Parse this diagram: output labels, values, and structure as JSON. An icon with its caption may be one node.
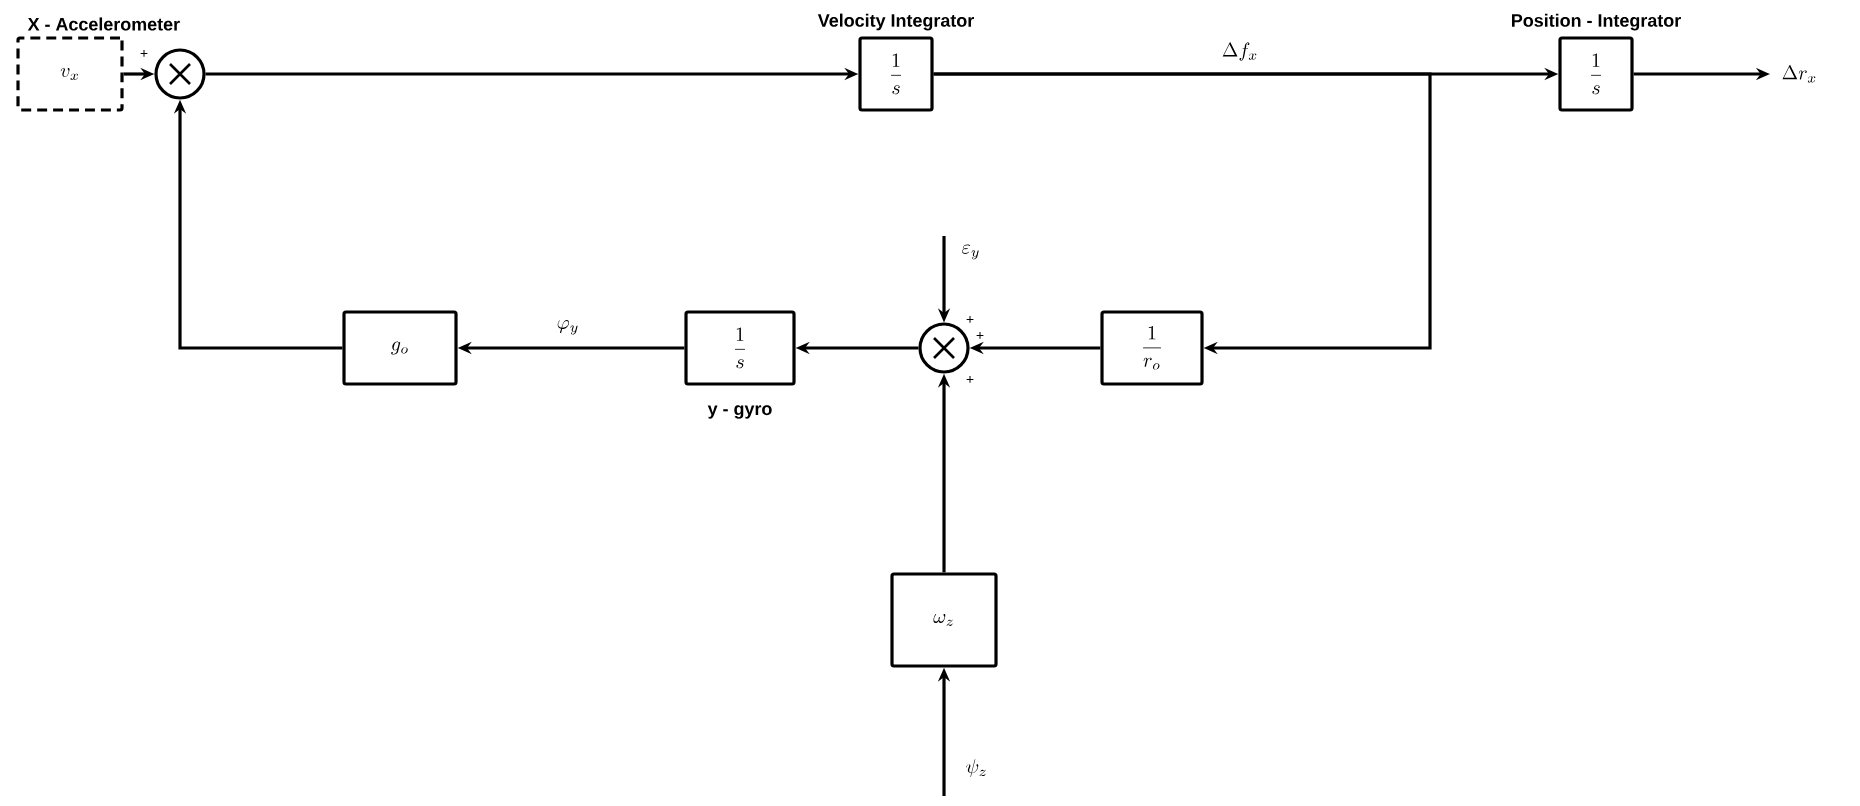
{
  "diagram": {
    "nodes": [
      {
        "text": [
          "v_x"
        ]
      },
      {
        "text": [],
        "shape": "circle"
      },
      {
        "text": [
          "Velocity Integrator",
          "\\frac{1}{s}"
        ]
      },
      {
        "text": [
          "Position - Integrator",
          "\\frac{1}{s}"
        ]
      },
      {
        "text": [
          "g_o"
        ]
      },
      {
        "text": [
          "\\frac{1}{s}"
        ],
        "beside": [
          "y - gyro"
        ]
      },
      {
        "text": [],
        "shape": "circle"
      },
      {
        "text": [
          "\\frac{1}{r_o}"
        ]
      },
      {
        "text": [
          "\\omega_z"
        ]
      }
    ],
    "edges": [
      {
        "from": 0,
        "to": 1,
        "arrow": "to"
      },
      {
        "from": 1,
        "to": 2,
        "arrow": "to"
      },
      {
        "from": 2,
        "to": 3,
        "arrow": "to",
        "label": "\\Delta f_x"
      },
      {
        "from": 2,
        "to": 7,
        "arrow": "to"
      },
      {
        "from": 3,
        "to": null,
        "arrow": "to",
        "label": "\\Delta r_x"
      },
      {
        "from": 7,
        "to": 6,
        "arrow": "to"
      },
      {
        "from": 6,
        "to": 5,
        "arrow": "to"
      },
      {
        "from": 5,
        "to": 4,
        "arrow": "to",
        "label": "\\varphi_y"
      },
      {
        "from": 4,
        "to": 1,
        "arrow": "to"
      },
      {
        "from": null,
        "to": 6,
        "arrow": "to",
        "label": "\\varepsilon_y"
      },
      {
        "from": 8,
        "to": 6,
        "arrow": "to"
      },
      {
        "from": null,
        "to": 8,
        "arrow": "to",
        "label": "\\psi_z"
      }
    ],
    "labels": [
      "X - Accelerometer",
      "+",
      "+",
      "+",
      "+"
    ]
  }
}
